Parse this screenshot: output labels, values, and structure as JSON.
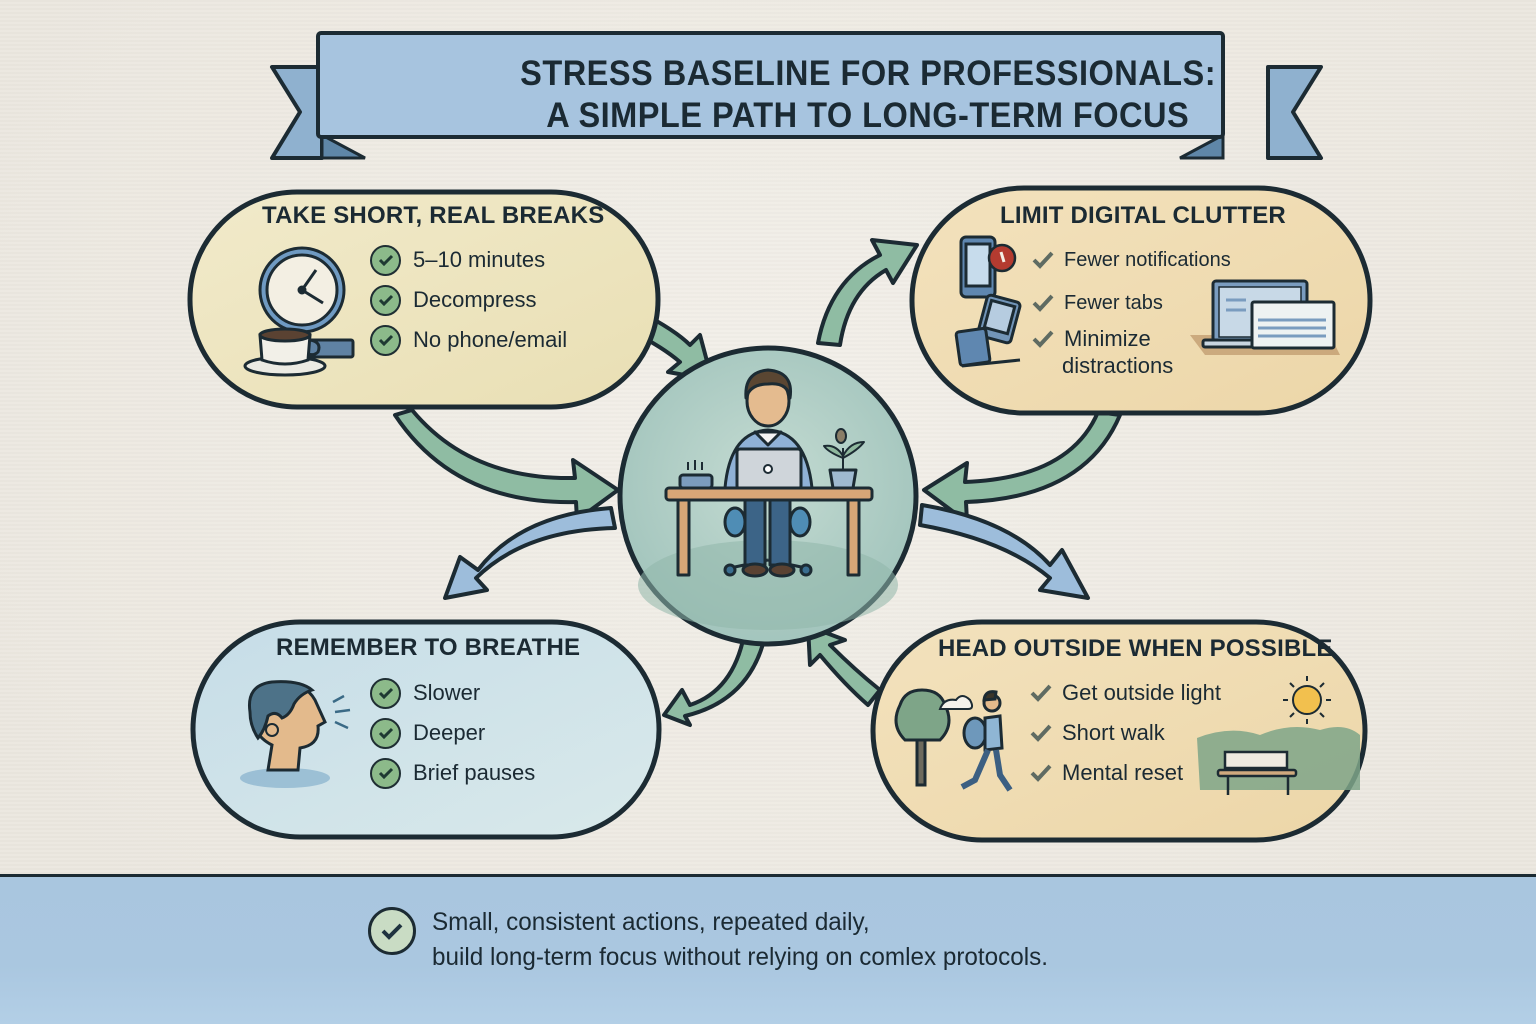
{
  "title": {
    "line1": "STRESS BASELINE FOR PROFESSIONALS:",
    "line2": "A SIMPLE PATH TO LONG-TERM FOCUS"
  },
  "center": {
    "illustration": "person-at-desk-with-laptop",
    "icons": [
      "person-icon",
      "laptop-icon",
      "plant-icon",
      "steaming-cup-icon",
      "desk-icon",
      "office-chair-icon"
    ]
  },
  "cards": [
    {
      "id": "breaks",
      "title": "TAKE SHORT, REAL BREAKS",
      "check_style": "circle",
      "items": [
        "5–10 minutes",
        "Decompress",
        "No phone/email"
      ],
      "icons": [
        "clock-icon",
        "coffee-cup-icon",
        "book-icon"
      ]
    },
    {
      "id": "digital",
      "title": "LIMIT DIGITAL CLUTTER",
      "check_style": "plain",
      "items": [
        "Fewer notifications",
        "Fewer tabs",
        "Minimize",
        "distractions"
      ],
      "icons": [
        "phone-icon",
        "notification-badge-icon",
        "tablet-icon",
        "keypad-icon",
        "laptop-windows-icon"
      ]
    },
    {
      "id": "breathe",
      "title": "REMEMBER TO BREATHE",
      "check_style": "circle",
      "items": [
        "Slower",
        "Deeper",
        "Brief pauses"
      ],
      "icons": [
        "breathing-head-icon"
      ]
    },
    {
      "id": "outside",
      "title": "HEAD OUTSIDE WHEN POSSIBLE",
      "check_style": "plain",
      "items": [
        "Get outside light",
        "Short walk",
        "Mental reset"
      ],
      "icons": [
        "tree-icon",
        "walking-person-icon",
        "sun-icon",
        "park-bench-icon",
        "cloud-icon"
      ]
    }
  ],
  "footer": {
    "line1": "Small, consistent actions, repeated daily,",
    "line2": "build long-term focus without relying on comlex protocols."
  },
  "colors": {
    "background": "#eeebe4",
    "ribbon": "#a7c4df",
    "outline": "#1c2b33",
    "card_yellow": "#efe7c2",
    "card_tan": "#f0dcb2",
    "card_blue": "#cfe2e8",
    "center_teal": "#a9c9c0",
    "arrow_green": "#8fbca3",
    "arrow_blue": "#9dbddb",
    "check_green": "#8cba8a",
    "band_blue": "#aac7e0"
  }
}
